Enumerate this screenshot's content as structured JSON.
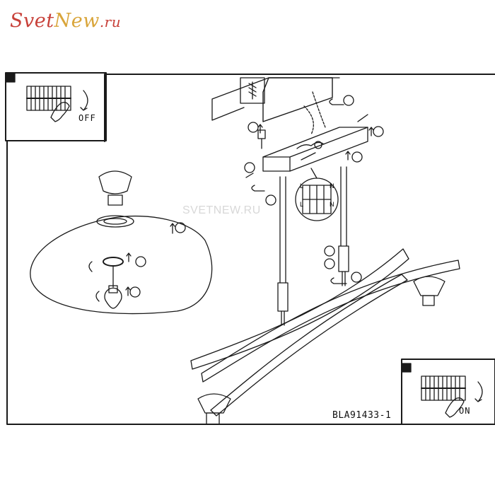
{
  "logo": {
    "part1": "Svet",
    "part2": "New",
    "part3": ".ru"
  },
  "watermark": "SVETNEW.RU",
  "model_code": "BLA91433-1",
  "switch_off_label": "OFF",
  "switch_on_label": "ON",
  "wiring_labels": [
    "L",
    "N",
    "L",
    "N"
  ],
  "colors": {
    "line": "#1a1a1a",
    "logo_red": "#c8413a",
    "logo_gold": "#d9a53a",
    "watermark": "#d8d8d8"
  }
}
